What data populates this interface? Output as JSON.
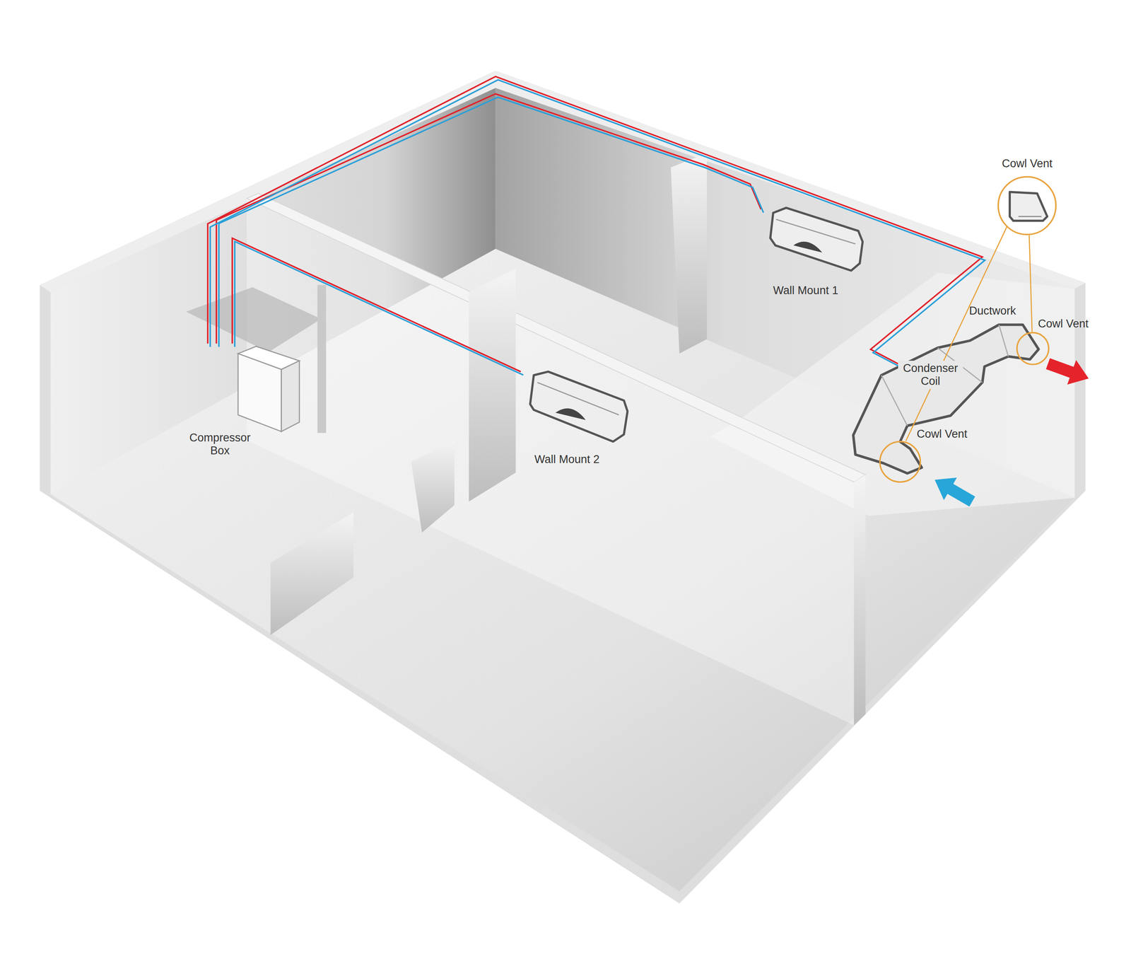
{
  "diagram": {
    "nodes": [
      {
        "text": [
          "Wall Mount 1"
        ]
      },
      {
        "text": [
          "Compressor Box"
        ]
      },
      {
        "text": [
          "Condenser Coil"
        ]
      },
      {
        "text": [
          "Wall Mount 2"
        ]
      }
    ],
    "edges": [
      {
        "from": 1,
        "to": 0,
        "arrow": "none"
      },
      {
        "from": 1,
        "to": 2,
        "arrow": "none"
      },
      {
        "from": 1,
        "to": 3,
        "arrow": "none"
      }
    ],
    "labels": [
      "Cowl Vent",
      "Ductwork",
      "Cowl Vent",
      "Cowl Vent"
    ]
  }
}
